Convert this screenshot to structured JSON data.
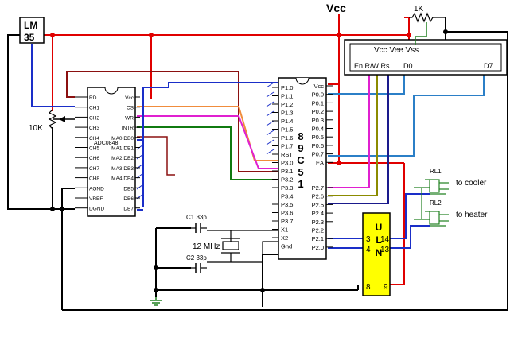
{
  "title": "Vcc",
  "lm35": {
    "line1": "LM",
    "line2": "35"
  },
  "pot": {
    "label": "10K"
  },
  "top_resistor": {
    "label": "1K"
  },
  "adc": {
    "name": "ADC0848",
    "left_pins": [
      "RD",
      "CH1",
      "CH2",
      "CH3",
      "CH4",
      "CH5",
      "CH6",
      "CH7",
      "CH8",
      "AGND",
      "VREF",
      "DGND"
    ],
    "right_pins": [
      "Vcc",
      "CS",
      "WR",
      "INTR",
      "MA0 DB0",
      "MA1 DB1",
      "MA2 DB2",
      "MA3 DB3",
      "MA4 DB4",
      "DB5",
      "DB6",
      "DB7"
    ]
  },
  "mcu": {
    "left_pins": [
      "P1.0",
      "P1.1",
      "P1.2",
      "P1.3",
      "P1.4",
      "P1.5",
      "P1.6",
      "P1.7",
      "RST",
      "P3.0",
      "P3.1",
      "P3.2",
      "P3.3",
      "P3.4",
      "P3.5",
      "P3.6",
      "P3.7",
      "X1",
      "X2",
      "Gnd"
    ],
    "right_pins": [
      "Vcc",
      "P0.0",
      "P0.1",
      "P0.2",
      "P0.3",
      "P0.4",
      "P0.5",
      "P0.6",
      "P0.7",
      "EA",
      "P2.7",
      "P2.6",
      "P2.5",
      "P2.4",
      "P2.3",
      "P2.2",
      "P2.1",
      "P2.0"
    ],
    "big_label": [
      "8",
      "9",
      "C",
      "5",
      "1"
    ]
  },
  "lcd": {
    "top": "Vcc  Vee  Vss",
    "bottom_left": "En R/W Rs",
    "d0": "D0",
    "d7": "D7"
  },
  "crystal": {
    "label": "12 MHz"
  },
  "c1": "C1 33p",
  "c2": "C2 33p",
  "uln": {
    "letters": [
      "U",
      "L",
      "N"
    ],
    "pins_left": [
      "3",
      "4",
      "8"
    ],
    "pins_right": [
      "14",
      "13",
      "9"
    ]
  },
  "relays": [
    {
      "name": "RL1",
      "label": "to cooler"
    },
    {
      "name": "RL2",
      "label": "to heater"
    }
  ],
  "colors": {
    "vcc": "#e00000",
    "blue": "#1a2ec8",
    "ground": "#000000",
    "lcd_data": "#2b7fc7",
    "orange": "#f08c3c",
    "magenta": "#e020d0",
    "green": "#107a10",
    "darkred": "#8b1010",
    "olive": "#8b8b00",
    "navy": "#1a1a8c",
    "relay": "#208020"
  }
}
